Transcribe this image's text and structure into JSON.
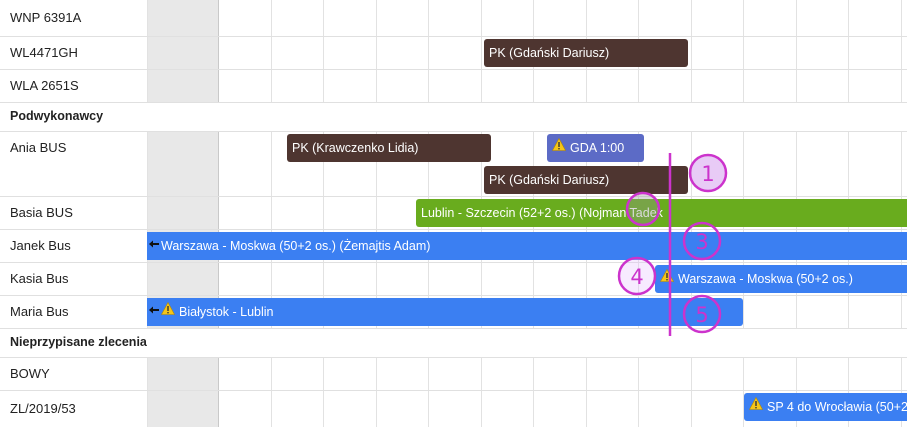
{
  "rows": [
    {
      "label": "WNP 6391A",
      "type": "resource"
    },
    {
      "label": "WL4471GH",
      "type": "resource"
    },
    {
      "label": "WLA 2651S",
      "type": "resource"
    },
    {
      "label": "Podwykonawcy",
      "type": "group"
    },
    {
      "label": "Ania BUS",
      "type": "resource"
    },
    {
      "label": "Basia BUS",
      "type": "resource"
    },
    {
      "label": "Janek Bus",
      "type": "resource"
    },
    {
      "label": "Kasia Bus",
      "type": "resource"
    },
    {
      "label": "Maria Bus",
      "type": "resource"
    },
    {
      "label": "Nieprzypisane zlecenia",
      "type": "group"
    },
    {
      "label": "BOWY",
      "type": "resource"
    },
    {
      "label": "ZL/2019/53",
      "type": "resource"
    }
  ],
  "events": [
    {
      "text": "PK (Gdański Dariusz)",
      "color": "#4e3530",
      "warning": false,
      "continues_left": false
    },
    {
      "text": "PK (Krawczenko Lidia)",
      "color": "#4e3530",
      "warning": false,
      "continues_left": false
    },
    {
      "text": "GDA 1:00",
      "color": "#5c6bc6",
      "warning": true,
      "continues_left": false
    },
    {
      "text": "PK (Gdański Dariusz)",
      "color": "#4e3530",
      "warning": false,
      "continues_left": false
    },
    {
      "text": "Lublin - Szczecin (52+2 os.) (Nojman Tadek",
      "color": "#69ac1e",
      "warning": false,
      "continues_left": false
    },
    {
      "text": "Warszawa - Moskwa (50+2 os.) (Żemajtis Adam)",
      "color": "#3b7ff2",
      "warning": false,
      "continues_left": true
    },
    {
      "text": "Warszawa - Moskwa (50+2 os.)",
      "color": "#3b7ff2",
      "warning": true,
      "continues_left": false
    },
    {
      "text": "Białystok - Lublin",
      "color": "#3b7ff2",
      "warning": true,
      "continues_left": true
    },
    {
      "text": "SP 4 do Wrocławia (50+2",
      "color": "#3b7ff2",
      "warning": true,
      "continues_left": false
    }
  ],
  "annotations": {
    "color": "#cc33cc",
    "markers": [
      "1",
      "3",
      "4",
      "5"
    ]
  },
  "colors": {
    "weekend_shade": "#e8e8e8",
    "grid_line": "#e2e2e2",
    "warning_icon": "#f5c518"
  },
  "icons": {
    "warning": "warning-triangle-icon",
    "continues_left": "arrow-left-icon"
  }
}
